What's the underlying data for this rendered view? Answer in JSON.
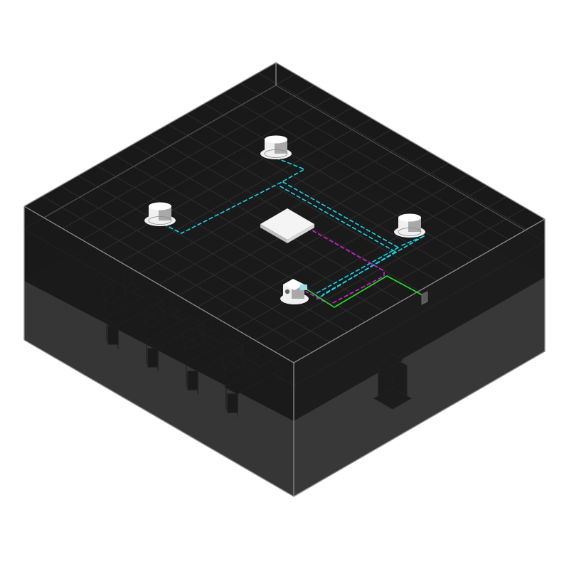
{
  "colors": {
    "background": "#ffffff",
    "room_walls": "#141414",
    "room_floor": "#1e1e1e",
    "ceiling": "#191919",
    "grid_line": "#2e2e2e",
    "edge": "#8a8a8a",
    "furniture": "#3a3a3a",
    "device_light": "#f0f0f0",
    "device_shade": "#a8a8a8",
    "cable_cyan": "#19d3e6",
    "cable_magenta": "#d11fd6",
    "cable_green": "#22e022"
  },
  "devices": [
    {
      "icon": "ceiling-speaker-icon",
      "kind": "ceiling-speaker"
    },
    {
      "icon": "ceiling-speaker-icon",
      "kind": "ceiling-speaker"
    },
    {
      "icon": "ceiling-speaker-icon",
      "kind": "ceiling-speaker"
    },
    {
      "icon": "ceiling-camera-microphone-icon",
      "kind": "ceiling-device"
    },
    {
      "icon": "ceiling-panel-icon",
      "kind": "ceiling-panel"
    },
    {
      "icon": "wall-box-icon",
      "kind": "wall-box"
    }
  ],
  "cables": [
    {
      "style": "dashed",
      "color": "cyan"
    },
    {
      "style": "dashed",
      "color": "magenta"
    },
    {
      "style": "solid",
      "color": "green"
    }
  ],
  "furniture": [
    {
      "icon": "desk-with-chairs-icon"
    },
    {
      "icon": "desk-with-chairs-icon"
    },
    {
      "icon": "desk-with-chairs-icon"
    },
    {
      "icon": "desk-with-chairs-icon"
    },
    {
      "icon": "lectern-icon"
    }
  ]
}
